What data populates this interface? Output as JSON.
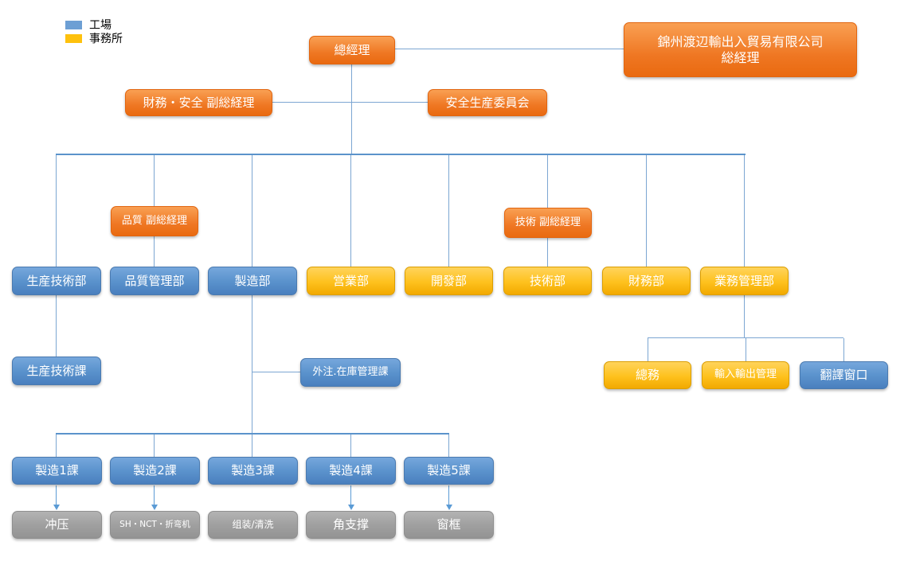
{
  "legend": {
    "factory_label": "工場",
    "office_label": "事務所"
  },
  "nodes": {
    "general_manager": "總經理",
    "company_line1": "錦州渡辺輸出入貿易有限公司",
    "company_line2": "総経理",
    "finance_safety_vgm": "財務・安全 副総経理",
    "safety_committee": "安全生産委員会",
    "quality_vgm": "品質 副総経理",
    "tech_vgm": "技術 副総経理",
    "dept_production_tech": "生産技術部",
    "dept_quality_mgmt": "品質管理部",
    "dept_manufacturing": "製造部",
    "dept_sales": "営業部",
    "dept_development": "開發部",
    "dept_technology": "技術部",
    "dept_finance": "財務部",
    "dept_business_mgmt": "業務管理部",
    "sec_production_tech": "生産技術課",
    "sec_outsource_inventory": "外注.在庫管理課",
    "sec_general_affairs": "總務",
    "sec_import_export": "輸入輸出管理",
    "sec_translation": "翻譯窗口",
    "mfg_sec1": "製造1課",
    "mfg_sec2": "製造2課",
    "mfg_sec3": "製造3課",
    "mfg_sec4": "製造4課",
    "mfg_sec5": "製造5課",
    "process1": "冲压",
    "process2": "SH・NCT・折弯机",
    "process3": "组装/清洗",
    "process4": "角支撑",
    "process5": "窗框"
  },
  "colors": {
    "factory_blue": "#5b93cd",
    "office_yellow": "#fec11d",
    "management_orange": "#ef7723",
    "process_gray": "#a0a0a0",
    "connector_blue": "#7ca6d2"
  }
}
